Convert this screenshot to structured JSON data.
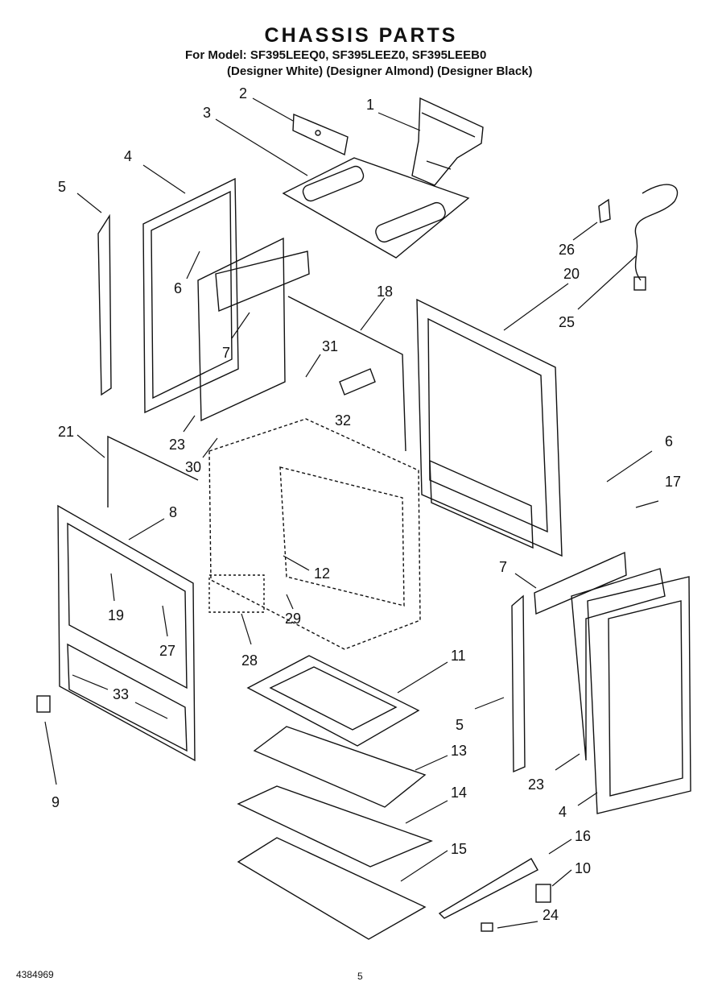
{
  "header": {
    "title": "CHASSIS PARTS",
    "models": "For Model: SF395LEEQ0, SF395LEEZ0, SF395LEEB0",
    "colors": "(Designer White) (Designer Almond) (Designer Black)"
  },
  "footer": {
    "part_number": "4384969",
    "page_number": "5"
  },
  "callouts": [
    "1",
    "2",
    "3",
    "4",
    "5",
    "6",
    "7",
    "18",
    "20",
    "26",
    "25",
    "31",
    "32",
    "6",
    "23",
    "30",
    "21",
    "8",
    "12",
    "19",
    "27",
    "29",
    "28",
    "7",
    "17",
    "5",
    "23",
    "4",
    "11",
    "13",
    "14",
    "15",
    "16",
    "10",
    "24",
    "33",
    "9"
  ]
}
